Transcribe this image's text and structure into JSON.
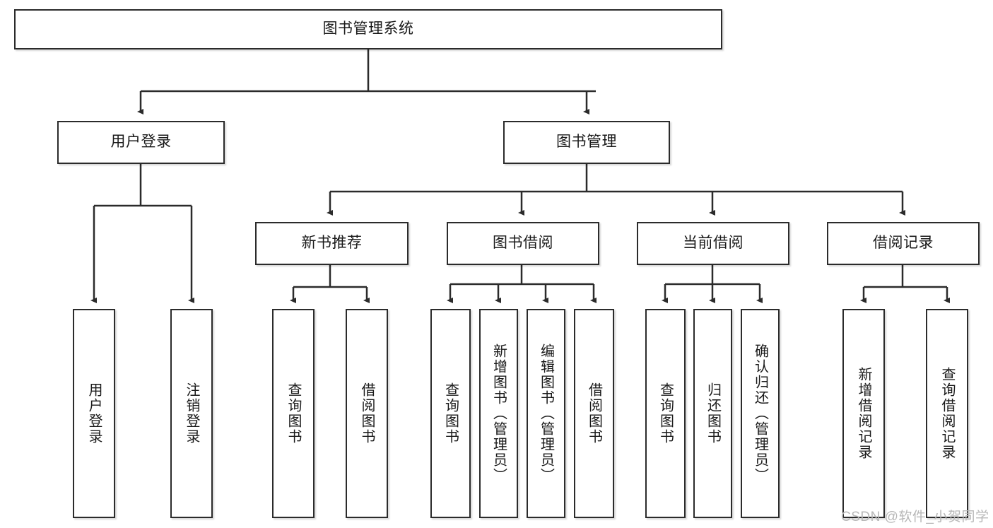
{
  "diagram": {
    "title": "图书管理系统",
    "type": "tree-hierarchy",
    "root": {
      "label": "图书管理系统"
    },
    "level2": [
      {
        "label": "用户登录"
      },
      {
        "label": "图书管理"
      }
    ],
    "level3": [
      {
        "label": "新书推荐"
      },
      {
        "label": "图书借阅"
      },
      {
        "label": "当前借阅"
      },
      {
        "label": "借阅记录"
      }
    ],
    "leaves": {
      "user_login": [
        {
          "label": "用户登录"
        },
        {
          "label": "注销登录"
        }
      ],
      "new_book_recommend": [
        {
          "label": "查询图书"
        },
        {
          "label": "借阅图书"
        }
      ],
      "book_borrow": [
        {
          "label": "查询图书"
        },
        {
          "label": "新增图书（管理员）"
        },
        {
          "label": "编辑图书（管理员）"
        },
        {
          "label": "借阅图书"
        }
      ],
      "current_borrow": [
        {
          "label": "查询图书"
        },
        {
          "label": "归还图书"
        },
        {
          "label": "确认归还（管理员）"
        }
      ],
      "borrow_record": [
        {
          "label": "新增借阅记录"
        },
        {
          "label": "查询借阅记录"
        }
      ]
    }
  },
  "watermark": {
    "text": "CSDN @软件_小贺同学"
  },
  "colors": {
    "border": "#2b2b2b",
    "background": "#ffffff",
    "text": "#1a1a1a",
    "watermark": "#b7b7b7"
  }
}
